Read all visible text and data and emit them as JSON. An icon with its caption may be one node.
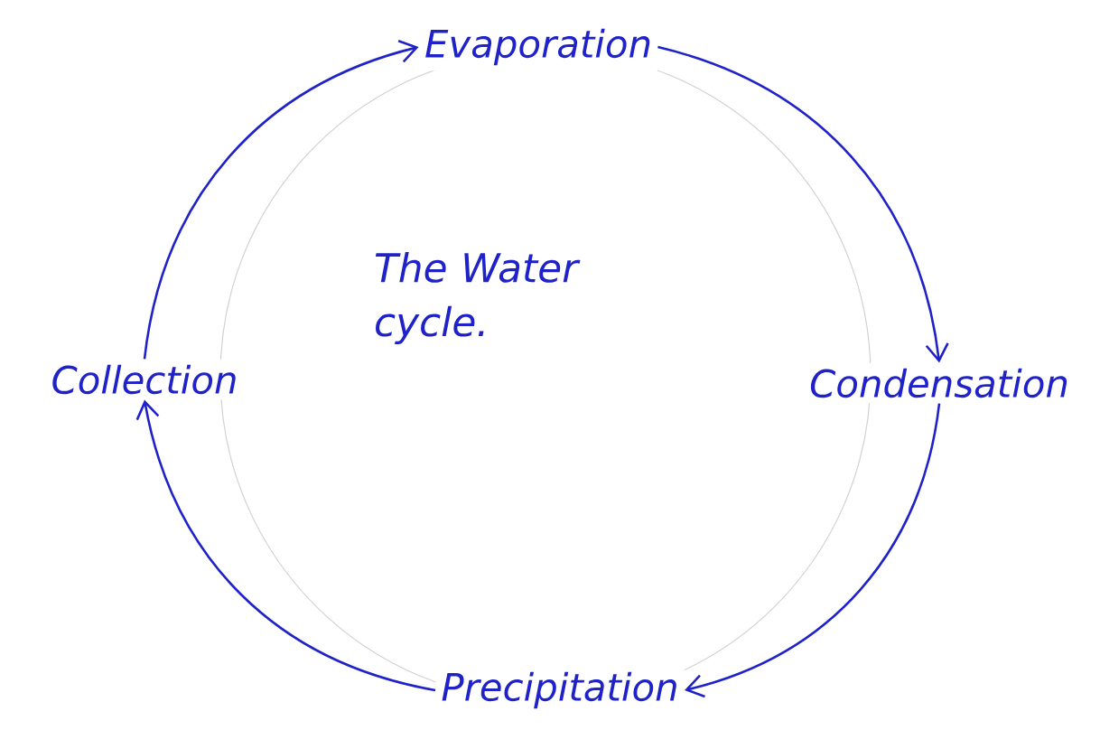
{
  "diagram": {
    "title": "The Water cycle.",
    "nodes": [
      {
        "text": [
          "Evaporation"
        ]
      },
      {
        "text": [
          "Condensation"
        ]
      },
      {
        "text": [
          "Precipitation"
        ]
      },
      {
        "text": [
          "Collection"
        ]
      }
    ],
    "edges": [
      {
        "from": 0,
        "to": 1,
        "arrow": "to"
      },
      {
        "from": 1,
        "to": 2,
        "arrow": "to"
      },
      {
        "from": 2,
        "to": 3,
        "arrow": "to"
      },
      {
        "from": 3,
        "to": 0,
        "arrow": "to"
      }
    ]
  }
}
